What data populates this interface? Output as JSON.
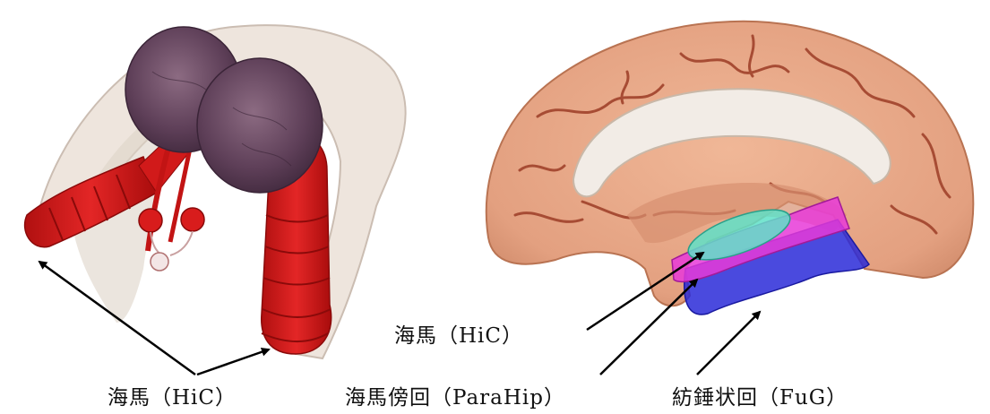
{
  "labels": {
    "left_hippocampus": "海馬（HiC）",
    "right_hippocampus": "海馬（HiC）",
    "parahippocampal": "海馬傍回（ParaHip）",
    "fusiform": "紡錘状回（FuG）"
  },
  "colors": {
    "hippocampus_red": "#d81c1c",
    "thalamus": "#5e3f58",
    "brain_tissue": "#e6a585",
    "hippocampus_overlay": "#5fe0c8",
    "parahippocampal_overlay": "#e83ad8",
    "fusiform_overlay": "#2a2ad8"
  }
}
